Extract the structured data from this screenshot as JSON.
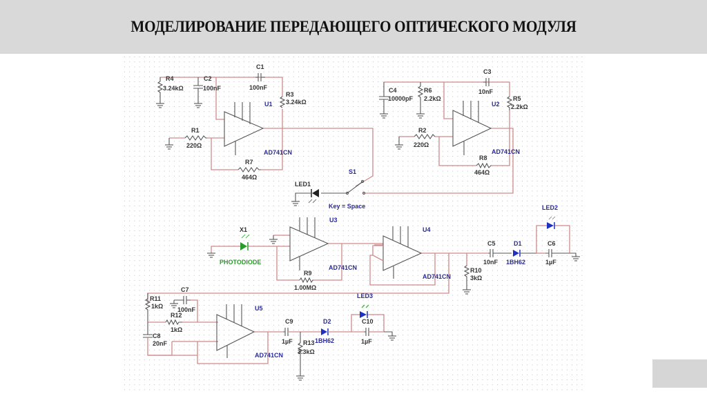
{
  "slide": {
    "title": "МОДЕЛИРОВАНИЕ ПЕРЕДАЮЩЕГО ОПТИЧЕСКОГО МОДУЛЯ"
  },
  "schematic": {
    "colors": {
      "wire": "#d08a8a",
      "component": "#555555",
      "part_label": "#2a2a9a",
      "photodiode": "#2a9a2a",
      "grid_dot": "#bbbbbb"
    },
    "components": {
      "R4": {
        "ref": "R4",
        "value": "3.24kΩ"
      },
      "C2": {
        "ref": "C2",
        "value": "100nF"
      },
      "C1": {
        "ref": "C1",
        "value": "100nF"
      },
      "R3": {
        "ref": "R3",
        "value": "3.24kΩ"
      },
      "U1": {
        "ref": "U1",
        "part": "AD741CN"
      },
      "R1": {
        "ref": "R1",
        "value": "220Ω"
      },
      "R7": {
        "ref": "R7",
        "value": "464Ω"
      },
      "C4": {
        "ref": "C4",
        "value": "10000pF"
      },
      "R6": {
        "ref": "R6",
        "value": "2.2kΩ"
      },
      "C3": {
        "ref": "C3",
        "value": "10nF"
      },
      "R5": {
        "ref": "R5",
        "value": "2.2kΩ"
      },
      "U2": {
        "ref": "U2",
        "part": "AD741CN"
      },
      "R2": {
        "ref": "R2",
        "value": "220Ω"
      },
      "R8": {
        "ref": "R8",
        "value": "464Ω"
      },
      "S1": {
        "ref": "S1",
        "key": "Key = Space"
      },
      "LED1": {
        "ref": "LED1"
      },
      "X1": {
        "ref": "X1",
        "part": "PHOTODIODE"
      },
      "U3": {
        "ref": "U3",
        "part": "AD741CN"
      },
      "R9": {
        "ref": "R9",
        "value": "1.00MΩ"
      },
      "U4": {
        "ref": "U4",
        "part": "AD741CN"
      },
      "R10": {
        "ref": "R10",
        "value": "3kΩ"
      },
      "C5": {
        "ref": "C5",
        "value": "10nF"
      },
      "D1": {
        "ref": "D1",
        "part": "1BH62"
      },
      "LED2": {
        "ref": "LED2"
      },
      "C6": {
        "ref": "C6",
        "value": "1µF"
      },
      "R11": {
        "ref": "R11",
        "value": "1kΩ"
      },
      "C7": {
        "ref": "C7",
        "value": "100nF"
      },
      "R12": {
        "ref": "R12",
        "value": "1kΩ"
      },
      "C8": {
        "ref": "C8",
        "value": "20nF"
      },
      "U5": {
        "ref": "U5",
        "part": "AD741CN"
      },
      "C9": {
        "ref": "C9",
        "value": "1µF"
      },
      "R13": {
        "ref": "R13",
        "value": "3.3kΩ"
      },
      "D2": {
        "ref": "D2",
        "part": "1BH62"
      },
      "LED3": {
        "ref": "LED3"
      },
      "C10": {
        "ref": "C10",
        "value": "1µF"
      }
    }
  }
}
